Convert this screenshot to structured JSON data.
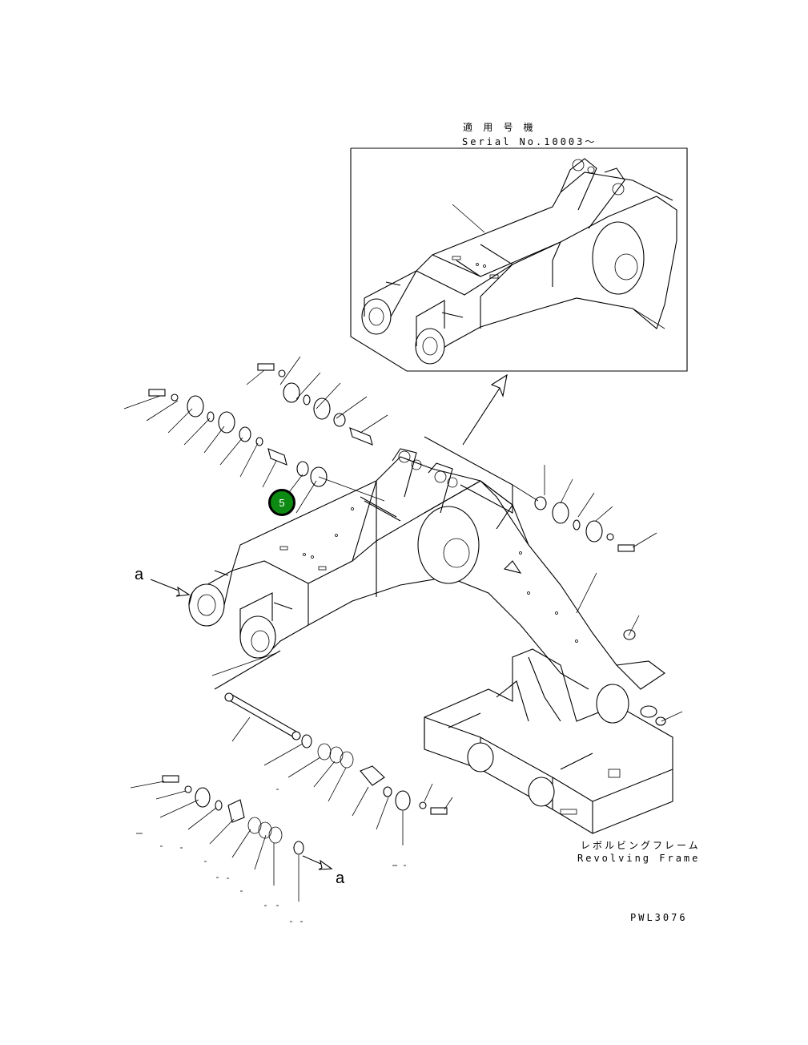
{
  "drawing": {
    "serial_title_jp": "適 用 号 機",
    "serial_title_en": "Serial No.10003～",
    "frame_label_jp": "レボルビングフレーム",
    "frame_label_en": "Revolving Frame",
    "view_marker_top": "a",
    "view_marker_bottom": "a",
    "drawing_code": "PWL3076",
    "callout_number": "5",
    "callout_color": "#0d8a12"
  }
}
